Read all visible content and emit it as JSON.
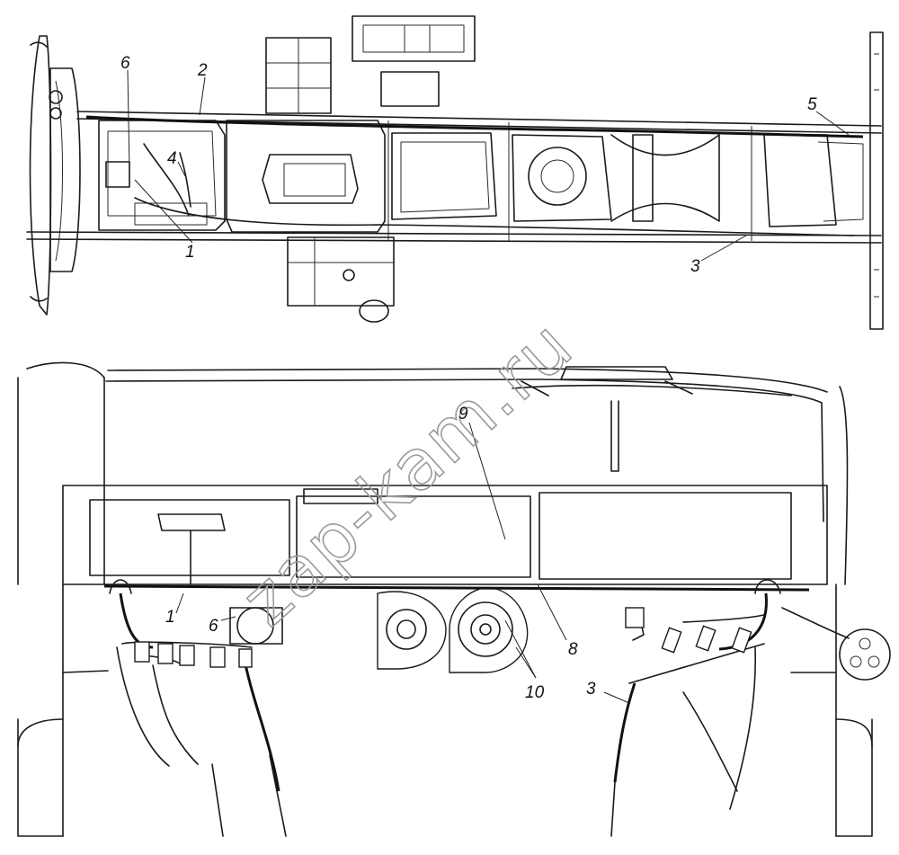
{
  "diagram": {
    "top_view_labels": [
      "6",
      "2",
      "4",
      "1",
      "5",
      "3"
    ],
    "front_view_labels": [
      "9",
      "1",
      "6",
      "8",
      "10",
      "3"
    ],
    "watermark": "zap-kam.ru"
  }
}
